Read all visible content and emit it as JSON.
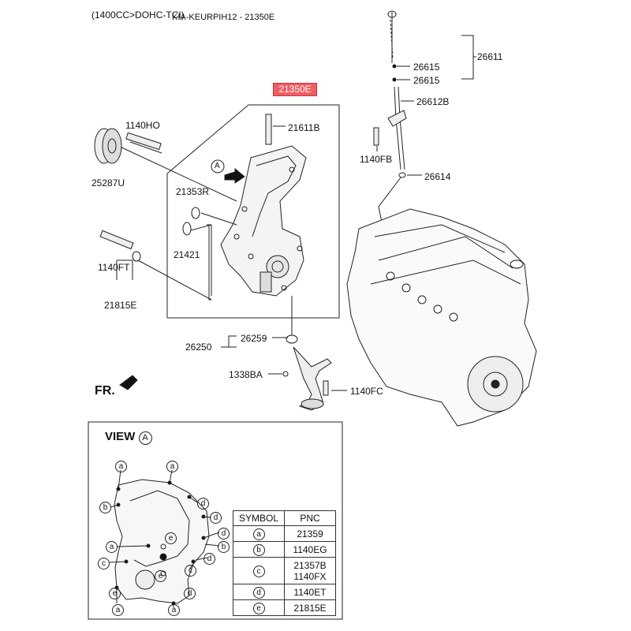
{
  "header": {
    "title": "(1400CC>DOHC-TCI)",
    "subtitle": "KIA-KEURPIH12 - 21350E"
  },
  "highlight_label": "21350E",
  "labels": {
    "l26611": "26611",
    "l26615a": "26615",
    "l26615b": "26615",
    "l26612B": "26612B",
    "l21611B": "21611B",
    "l1140HO": "1140HO",
    "l25287U": "25287U",
    "l21353R": "21353R",
    "l21421": "21421",
    "l1140FT": "1140FT",
    "l21815E": "21815E",
    "l1140FB": "1140FB",
    "l26614": "26614",
    "l26259": "26259",
    "l26250": "26250",
    "l1338BA": "1338BA",
    "l1140FC": "1140FC",
    "markerA": "A"
  },
  "fr_label": "FR.",
  "view": {
    "title": "VIEW",
    "marker": "A",
    "callouts": {
      "a1": "a",
      "a2": "a",
      "a3": "a",
      "a4": "a",
      "a5": "a",
      "a6": "a",
      "b1": "b",
      "b2": "b",
      "c1": "c",
      "c2": "c",
      "d1": "d",
      "d2": "d",
      "d3": "d",
      "d4": "d",
      "d5": "d",
      "d6": "d",
      "e1": "e",
      "e2": "e",
      "e3": "e"
    }
  },
  "symbol_table": {
    "headers": [
      "SYMBOL",
      "PNC"
    ],
    "rows": [
      {
        "symbol": "a",
        "pnc": "21359"
      },
      {
        "symbol": "b",
        "pnc": "1140EG"
      },
      {
        "symbol": "c",
        "pnc": "21357B\n1140FX"
      },
      {
        "symbol": "d",
        "pnc": "1140ET"
      },
      {
        "symbol": "e",
        "pnc": "21815E"
      }
    ]
  },
  "colors": {
    "highlight": "#f15d63",
    "line": "#222222"
  }
}
